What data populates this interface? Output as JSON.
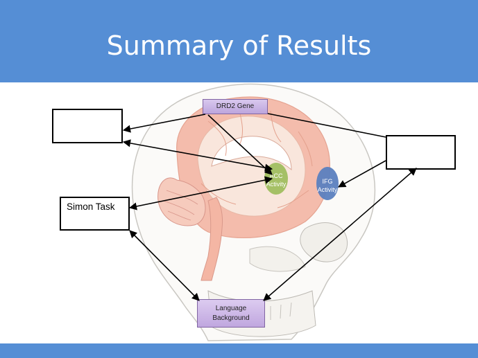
{
  "slide": {
    "title": "Summary of Results"
  },
  "diagram": {
    "simon_task": "Simon Task",
    "drd2_gene": "DRD2 Gene",
    "acc": {
      "line1": "ACC",
      "line2": "Activity"
    },
    "ifg": {
      "line1": "IFG",
      "line2": "Activity"
    },
    "language_background": {
      "line1": "Language",
      "line2": "Background"
    }
  },
  "colors": {
    "title_bar": "#558ed5",
    "node_fill": "#c7b2e3",
    "acc_region": "#9bbb59",
    "ifg_region": "#5b7fbf",
    "cortex": "#f4b6a4"
  }
}
